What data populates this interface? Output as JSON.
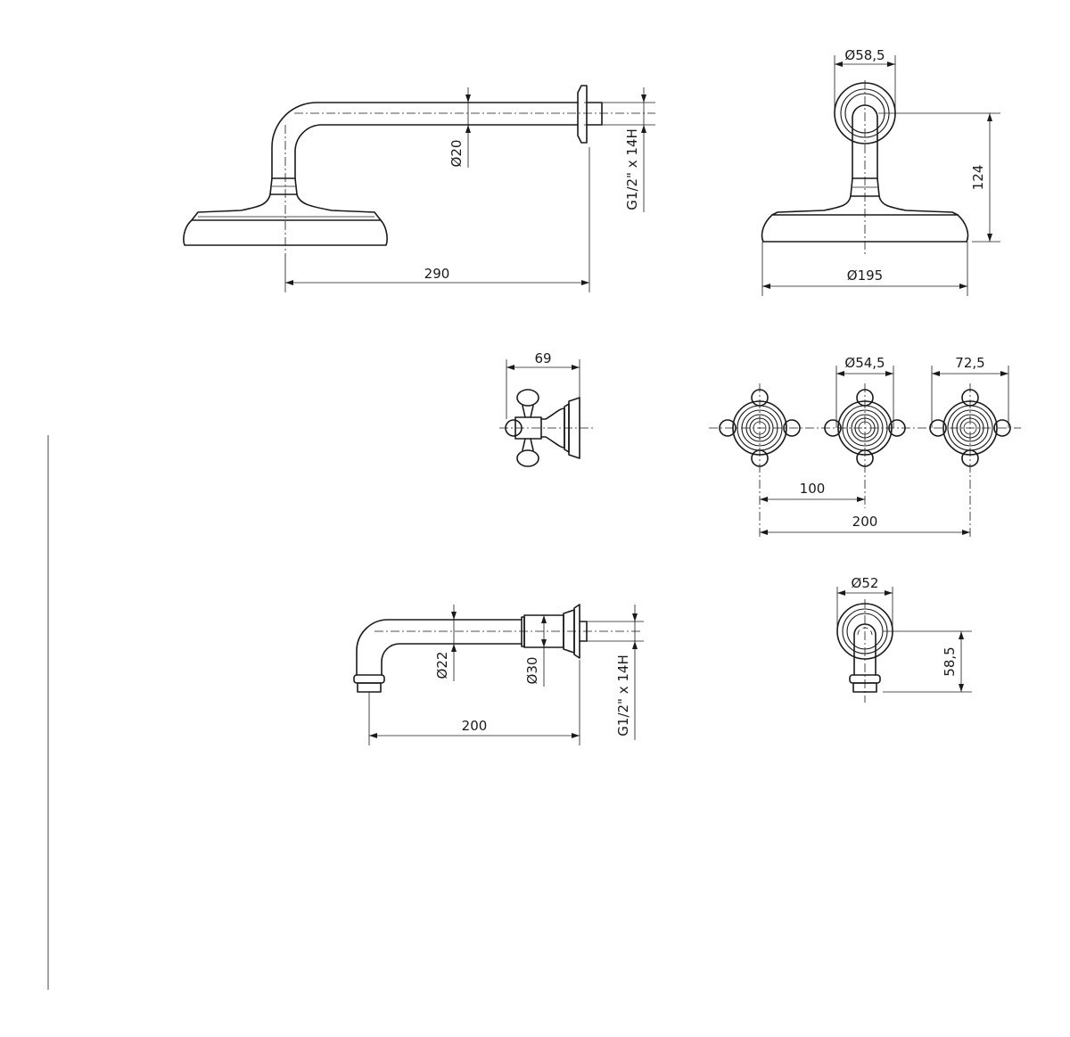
{
  "dimensions": {
    "shower_arm_diameter": "Ø20",
    "shower_arm_thread": "G1/2\" x 14H",
    "shower_projection": "290",
    "wall_flange_diameter": "Ø58,5",
    "shower_drop": "124",
    "shower_head_diameter": "Ø195",
    "handle_depth": "69",
    "handle_rosette_diameter": "Ø54,5",
    "handle_width": "72,5",
    "handle_spacing": "100",
    "handles_overall": "200",
    "spout_pipe_diameter": "Ø22",
    "spout_body_diameter": "Ø30",
    "spout_thread": "G1/2\" x 14H",
    "spout_projection": "200",
    "spout_flange_diameter": "Ø52",
    "spout_drop": "58,5"
  }
}
